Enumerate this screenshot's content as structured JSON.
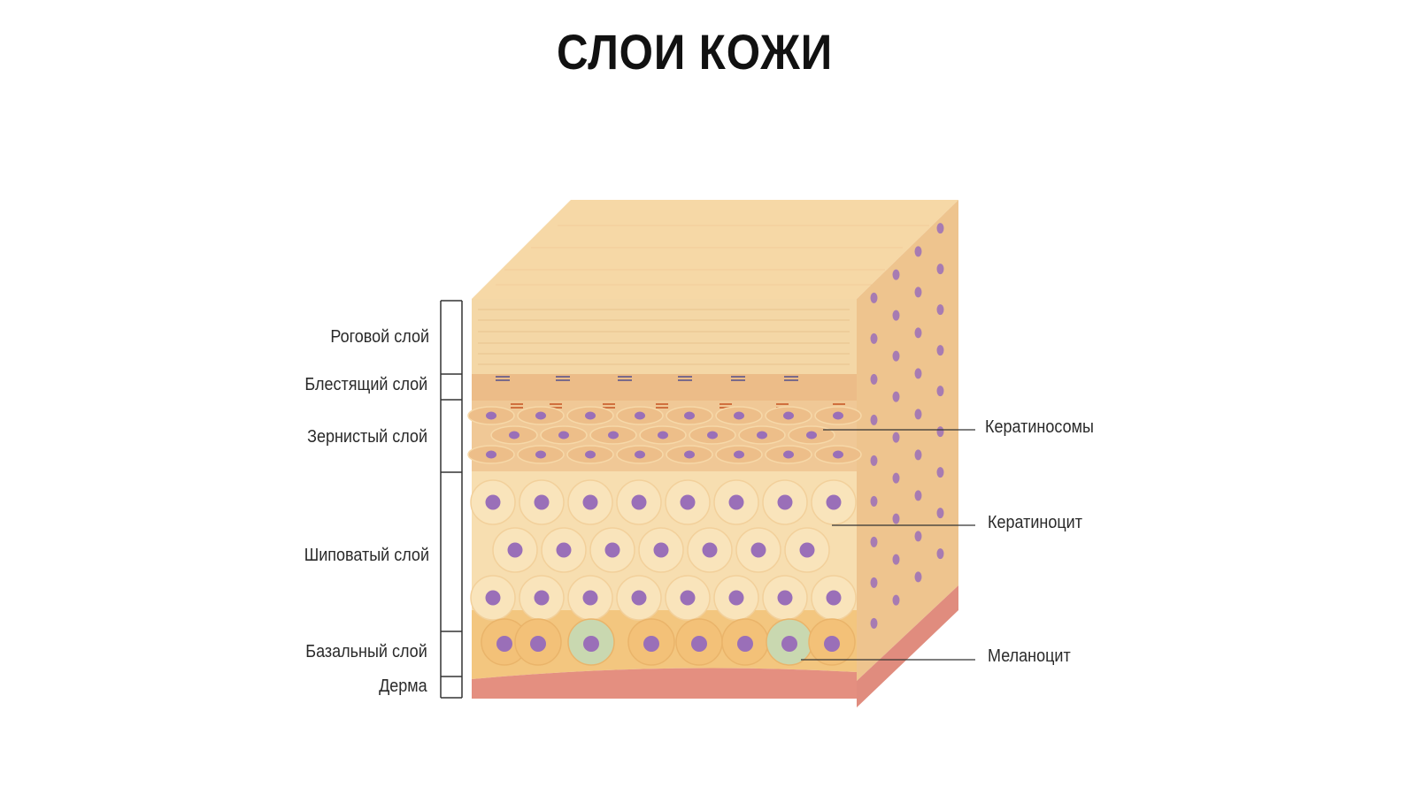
{
  "title": "СЛОИ КОЖИ",
  "layers": [
    {
      "id": "stratum-corneum",
      "label": "Роговой слой"
    },
    {
      "id": "stratum-lucidum",
      "label": "Блестящий слой"
    },
    {
      "id": "stratum-granulosum",
      "label": "Зернистый слой"
    },
    {
      "id": "stratum-spinosum",
      "label": "Шиповатый слой"
    },
    {
      "id": "stratum-basale",
      "label": "Базальный слой"
    },
    {
      "id": "dermis",
      "label": "Дерма"
    }
  ],
  "callouts": [
    {
      "id": "keratinosomes",
      "label": "Кератиносомы"
    },
    {
      "id": "keratinocyte",
      "label": "Кератиноцит"
    },
    {
      "id": "melanocyte",
      "label": "Меланоцит"
    }
  ],
  "colors": {
    "top_face": "#f6d6a3",
    "right_face": "#eec48e",
    "corneum": "#f4d7a6",
    "lucidum": "#ecbb87",
    "granulosum": "#f0c896",
    "spinosum": "#f7deb0",
    "basale": "#f3c178",
    "dermis": "#e48f80",
    "nucleus": "#9a6fb8",
    "melanocyte": "#c9d8b0",
    "bracket": "#333333"
  }
}
